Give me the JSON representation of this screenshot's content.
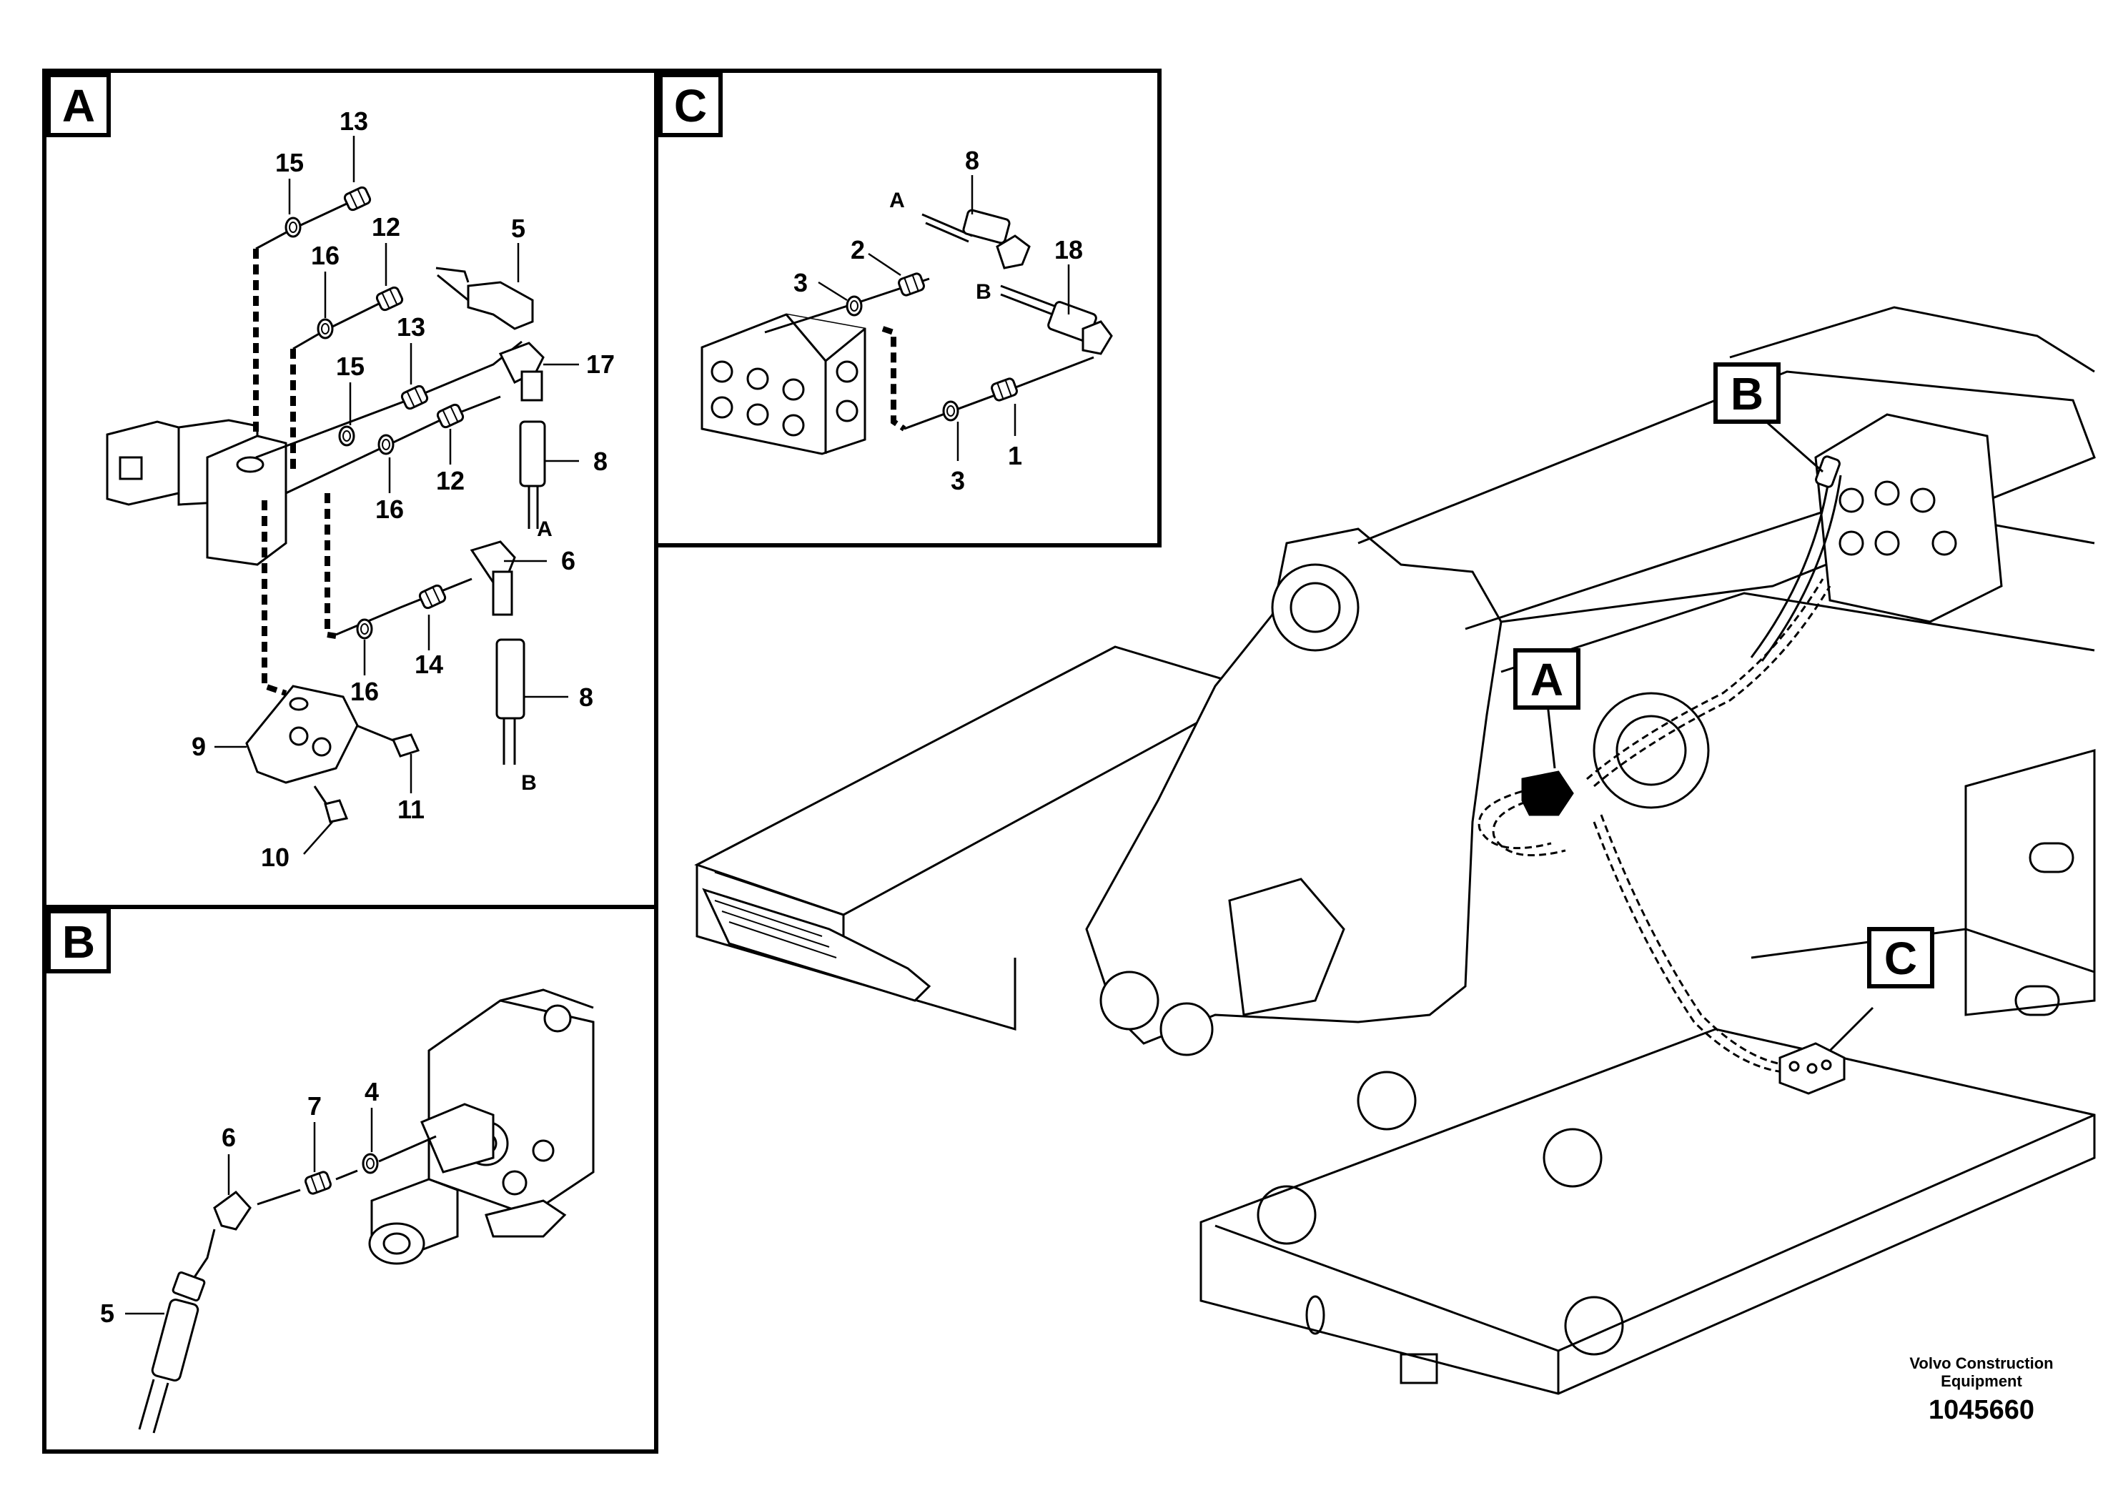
{
  "panels": {
    "A": {
      "label": "A",
      "callouts": [
        "13",
        "15",
        "12",
        "16",
        "13",
        "15",
        "5",
        "17",
        "8",
        "A",
        "16",
        "12",
        "6",
        "14",
        "16",
        "8",
        "B",
        "9",
        "11",
        "10"
      ]
    },
    "B": {
      "label": "B",
      "callouts": [
        "7",
        "4",
        "6",
        "5"
      ]
    },
    "C": {
      "label": "C",
      "callouts": [
        "8",
        "A",
        "2",
        "18",
        "3",
        "B",
        "3",
        "1"
      ]
    }
  },
  "main_view": {
    "markers": [
      "A",
      "B",
      "C"
    ]
  },
  "credit": {
    "line1": "Volvo Construction",
    "line2": "Equipment",
    "number": "1045660"
  },
  "colors": {
    "ink": "#000000",
    "paper": "#ffffff"
  }
}
